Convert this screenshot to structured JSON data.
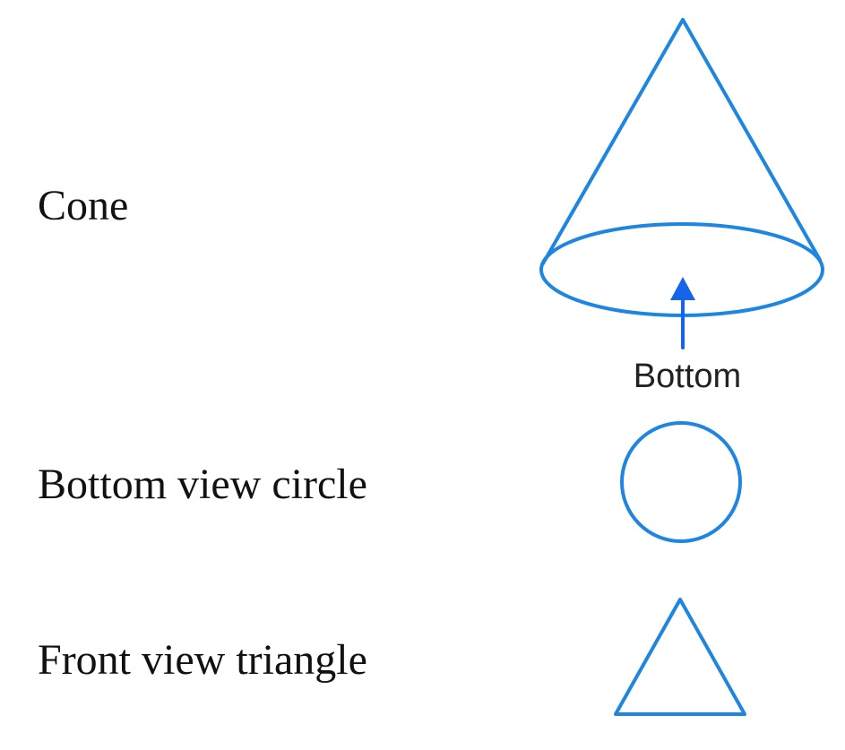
{
  "rows": {
    "cone": {
      "label": "Cone"
    },
    "bottom_view": {
      "label": "Bottom view circle"
    },
    "front_view": {
      "label": "Front view triangle"
    }
  },
  "annotation": {
    "label": "Bottom"
  },
  "colors": {
    "stroke": "#1f86e0",
    "arrow": "#1565e8",
    "text": "#111111"
  },
  "icons": {
    "cone": "cone-outline",
    "arrow": "arrow-up",
    "circle": "circle-outline",
    "triangle": "triangle-outline"
  }
}
